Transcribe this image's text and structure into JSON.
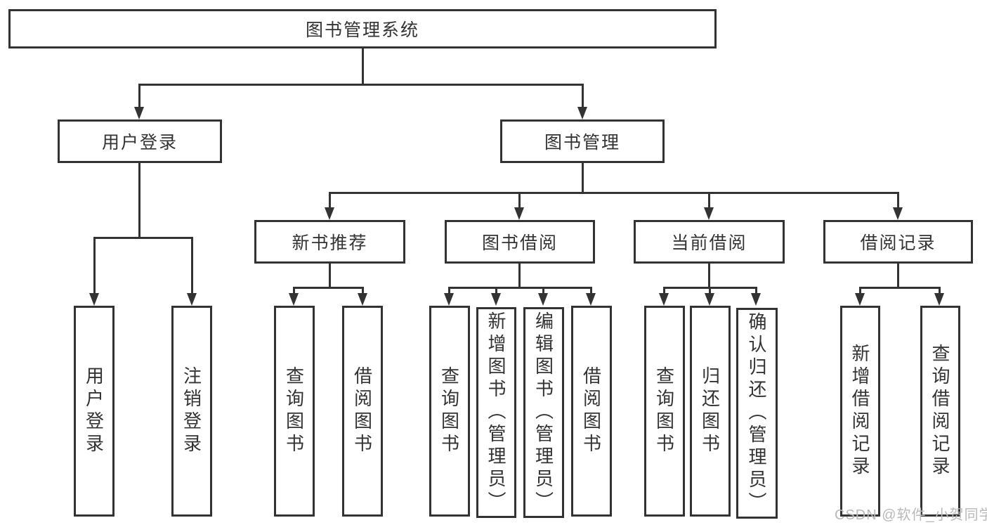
{
  "colors": {
    "line": "#333333",
    "box_border": "#333333",
    "box_fill": "#ffffff",
    "text": "#333333",
    "watermark": "#b9b9b9",
    "background": "#ffffff"
  },
  "tree": {
    "root": {
      "label": "图书管理系统",
      "children": [
        {
          "label": "用户登录",
          "children": [
            {
              "label": "用户登录"
            },
            {
              "label": "注销登录"
            }
          ]
        },
        {
          "label": "图书管理",
          "children": [
            {
              "label": "新书推荐",
              "children": [
                {
                  "label": "查询图书"
                },
                {
                  "label": "借阅图书"
                }
              ]
            },
            {
              "label": "图书借阅",
              "children": [
                {
                  "label": "查询图书"
                },
                {
                  "label": "新增图书（管理员）"
                },
                {
                  "label": "编辑图书（管理员）"
                },
                {
                  "label": "借阅图书"
                }
              ]
            },
            {
              "label": "当前借阅",
              "children": [
                {
                  "label": "查询图书"
                },
                {
                  "label": "归还图书"
                },
                {
                  "label": "确认归还（管理员）"
                }
              ]
            },
            {
              "label": "借阅记录",
              "children": [
                {
                  "label": "新增借阅记录"
                },
                {
                  "label": "查询借阅记录"
                }
              ]
            }
          ]
        }
      ]
    }
  },
  "watermark": {
    "text": "CSDN @软件_小贺同学"
  }
}
